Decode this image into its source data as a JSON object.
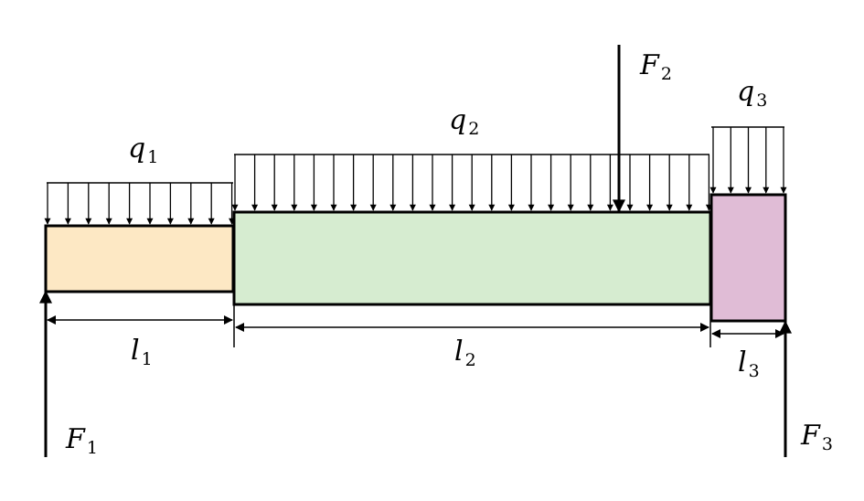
{
  "colors": {
    "segment_1": "#fde8c4",
    "segment_2": "#d6ecd0",
    "segment_3": "#e0bcd6",
    "stroke": "#000000"
  },
  "labels": {
    "q1": {
      "main": "q",
      "sub": "1"
    },
    "q2": {
      "main": "q",
      "sub": "2"
    },
    "q3": {
      "main": "q",
      "sub": "3"
    },
    "F1": {
      "main": "F",
      "sub": "1"
    },
    "F2": {
      "main": "F",
      "sub": "2"
    },
    "F3": {
      "main": "F",
      "sub": "3"
    },
    "l1": {
      "main": "l",
      "sub": "1"
    },
    "l2": {
      "main": "l",
      "sub": "2"
    },
    "l3": {
      "main": "l",
      "sub": "3"
    }
  }
}
